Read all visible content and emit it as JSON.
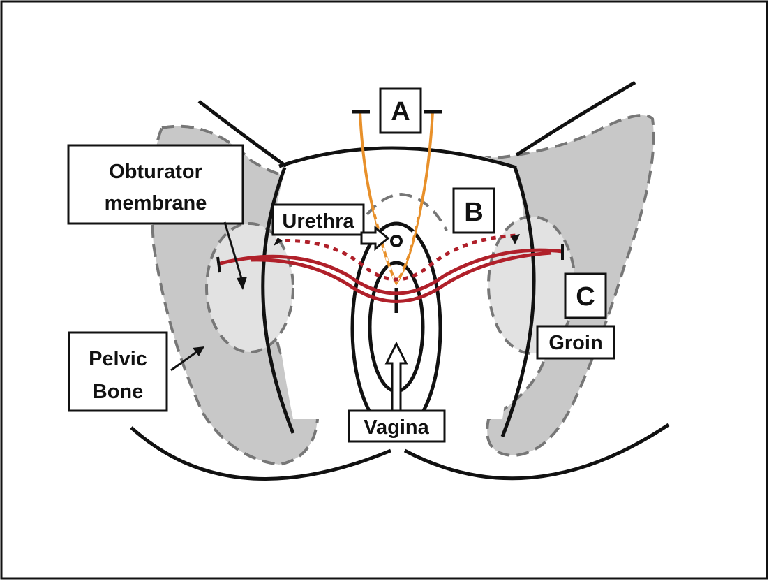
{
  "diagram": {
    "labels": {
      "a": "A",
      "b": "B",
      "c": "C",
      "obturator_line1": "Obturator",
      "obturator_line2": "membrane",
      "urethra": "Urethra",
      "pelvic_line1": "Pelvic",
      "pelvic_line2": "Bone",
      "groin": "Groin",
      "vagina": "Vagina"
    },
    "colors": {
      "bone_fill": "#c8c8c8",
      "membrane_fill": "#e2e2e2",
      "dashed_outline": "#777777",
      "outline": "#111111",
      "sling_red": "#b0202a",
      "sling_orange": "#e8902a"
    }
  }
}
